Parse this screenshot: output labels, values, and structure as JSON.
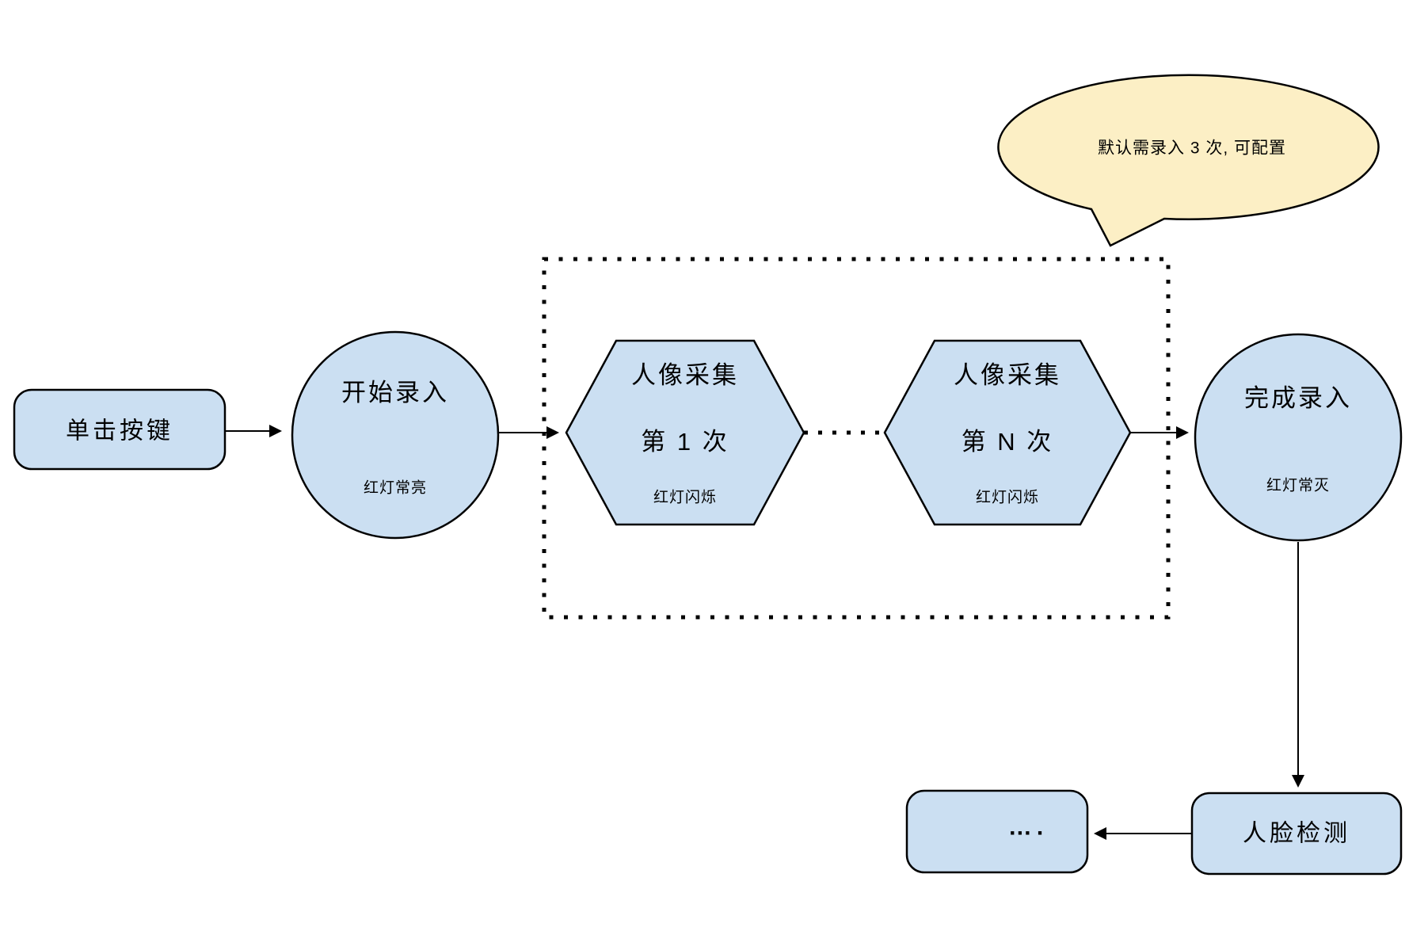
{
  "colors": {
    "node_fill": "#CBDFF2",
    "node_stroke": "#000000",
    "bubble_fill": "#FCEFC5",
    "background": "#FFFFFF"
  },
  "callout": {
    "text": "默认需录入 3 次, 可配置"
  },
  "nodes": {
    "start_button": {
      "label": "单击按键"
    },
    "begin_entry": {
      "title": "开始录入",
      "status": "红灯常亮"
    },
    "capture_first": {
      "title": "人像采集",
      "count": "第 1 次",
      "status": "红灯闪烁"
    },
    "capture_nth": {
      "title": "人像采集",
      "count": "第 N 次",
      "status": "红灯闪烁"
    },
    "finish_entry": {
      "title": "完成录入",
      "status": "红灯常灭"
    },
    "face_detection": {
      "label": "人脸检测"
    },
    "ellipsis": {
      "label": "…."
    }
  }
}
